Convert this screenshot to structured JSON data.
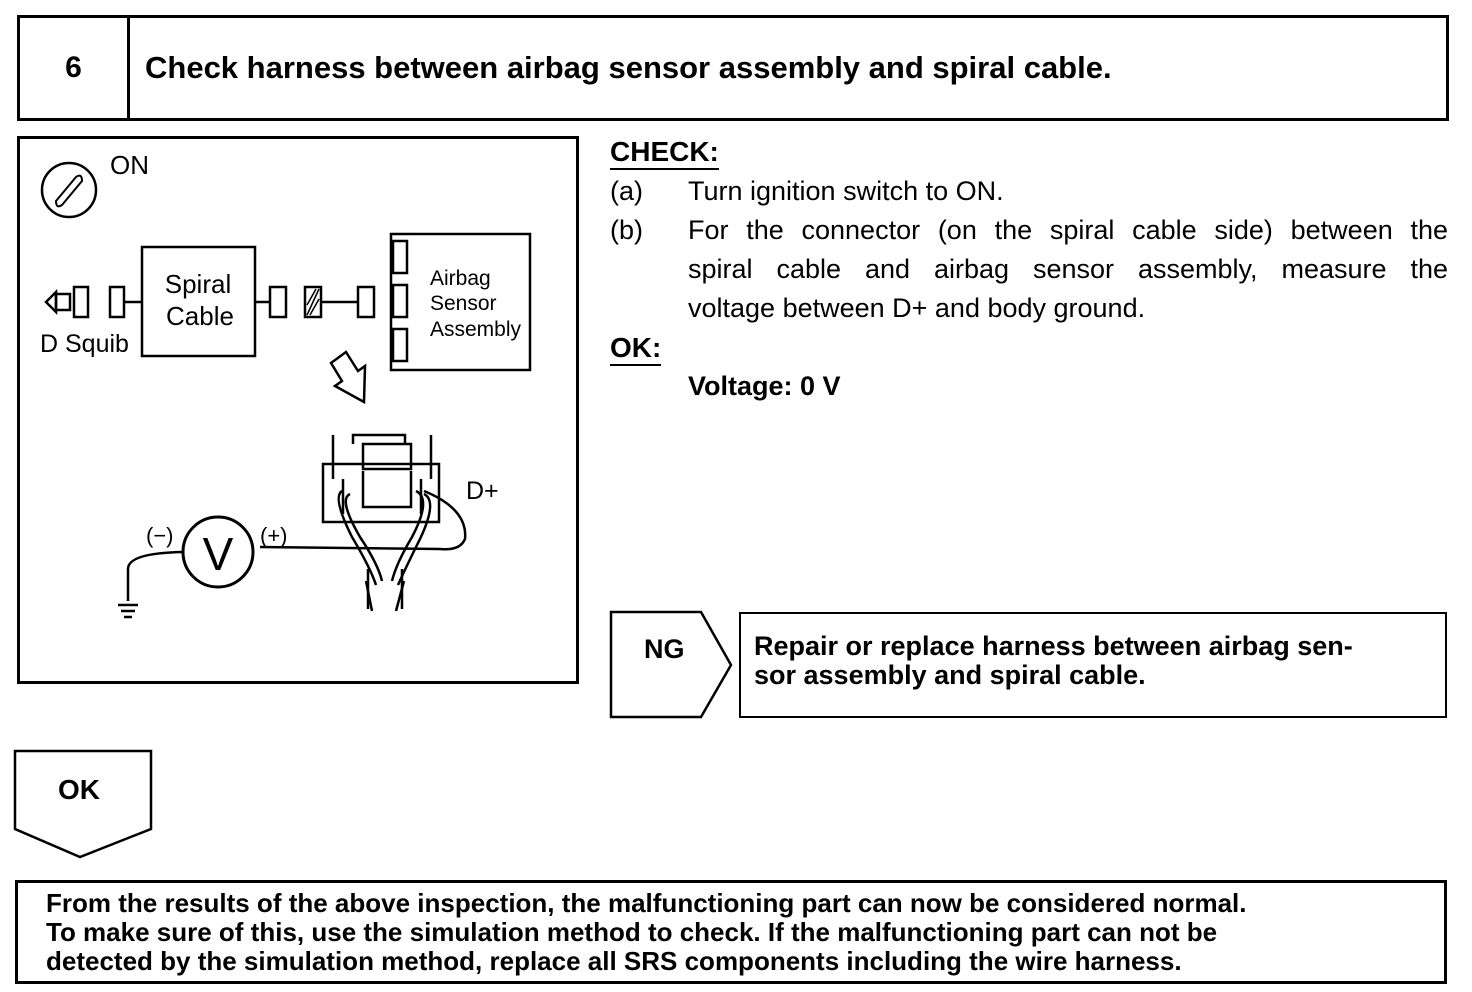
{
  "header": {
    "step_number": "6",
    "title": "Check harness between airbag sensor assembly and spiral cable."
  },
  "diagram": {
    "ignition_label": "ON",
    "spiral_cable": [
      "Spiral",
      "Cable"
    ],
    "squib_label": "D Squib",
    "airbag_sensor": [
      "Airbag",
      "Sensor",
      "Assembly"
    ],
    "terminal_label": "D+",
    "meter_symbol": "V",
    "neg_label": "(−)",
    "pos_label": "(+)"
  },
  "check": {
    "heading": "CHECK:",
    "items": [
      {
        "marker": "(a)",
        "lines": [
          "Turn ignition switch to ON."
        ]
      },
      {
        "marker": "(b)",
        "lines": [
          "For the connector (on the spiral cable side) between the",
          "spiral cable and airbag sensor assembly, measure the",
          "voltage between D+ and body ground."
        ]
      }
    ]
  },
  "ok_spec": {
    "heading": "OK:",
    "value": "Voltage: 0 V"
  },
  "ng": {
    "label": "NG",
    "lines": [
      "Repair or replace harness between airbag sen-",
      "sor assembly and spiral cable."
    ]
  },
  "ok_flow": {
    "label": "OK"
  },
  "footer": {
    "lines": [
      "From the results of the above inspection, the malfunctioning part can now be considered normal.",
      "To make sure of this, use the simulation method to check. If the malfunctioning part can not be",
      "detected by the simulation method, replace all SRS components including the wire harness."
    ]
  }
}
